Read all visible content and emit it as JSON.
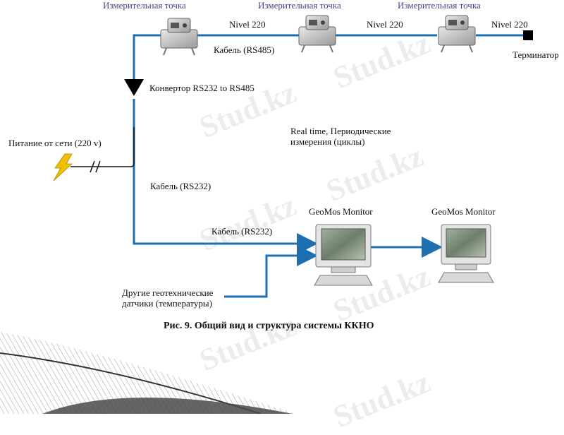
{
  "labels": {
    "station1": "Измерительная точка",
    "station2": "Измерительная точка",
    "station3": "Измерительная точка",
    "nivel1": "Nivel 220",
    "nivel2": "Nivel 220",
    "nivel3": "Nivel 220",
    "cable_rs485": "Кабель (RS485)",
    "terminator": "Терминатор",
    "converter": "Конвертор RS232 to RS485",
    "power": "Питание от сети (220 v)",
    "realtime_line1": "Real time, Периодические",
    "realtime_line2": "измерения (циклы)",
    "cable_rs232_vertical": "Кабель (RS232)",
    "cable_rs232_horizontal": "Кабель (RS232)",
    "monitor1": "GeoMos Monitor",
    "monitor2": "GeoMos Monitor",
    "sensors_line1": "Другие геотехнические",
    "sensors_line2": "датчики (температуры)"
  },
  "caption": "Рис. 9. Общий вид и структура системы ККНО",
  "watermark": "Stud.kz",
  "colors": {
    "cable": "#1e6fb0",
    "station_label": "#4a3f8c",
    "bolt": "#f0c000"
  }
}
